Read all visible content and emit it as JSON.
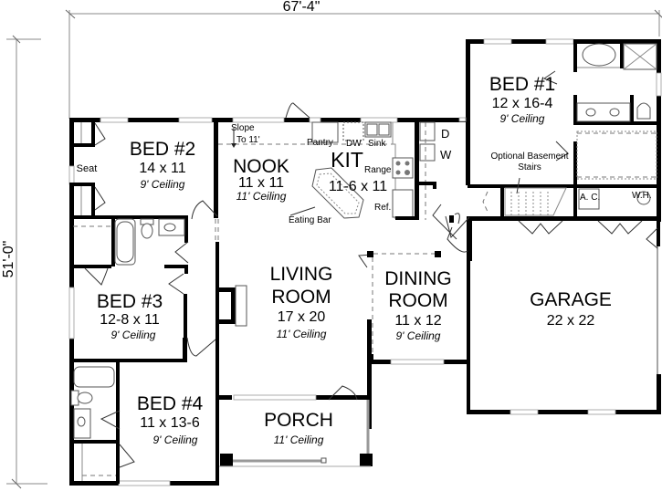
{
  "dimensions": {
    "width": "67'-4\"",
    "depth": "51'-0\""
  },
  "rooms": {
    "bed2": {
      "name": "BED #2",
      "size": "14 x 11",
      "ceiling": "9' Ceiling"
    },
    "nook": {
      "name": "NOOK",
      "size": "11 x 11",
      "ceiling": "11' Ceiling"
    },
    "kit": {
      "name": "KIT",
      "size": "11-6 x 11"
    },
    "bed1": {
      "name": "BED #1",
      "size": "12 x 16-4",
      "ceiling": "9' Ceiling"
    },
    "bed3": {
      "name": "BED #3",
      "size": "12-8 x 11",
      "ceiling": "9' Ceiling"
    },
    "living": {
      "name_line1": "LIVING",
      "name_line2": "ROOM",
      "size": "17 x 20",
      "ceiling": "11' Ceiling"
    },
    "dining": {
      "name_line1": "DINING",
      "name_line2": "ROOM",
      "size": "11 x 12",
      "ceiling": "9' Ceiling"
    },
    "garage": {
      "name": "GARAGE",
      "size": "22 x 22"
    },
    "bed4": {
      "name": "BED #4",
      "size": "11 x 13-6",
      "ceiling": "9' Ceiling"
    },
    "porch": {
      "name": "PORCH",
      "ceiling": "11' Ceiling"
    }
  },
  "annotations": {
    "seat": "Seat",
    "slope_line1": "Slope",
    "slope_line2": "To 11'",
    "pantry": "Pantry",
    "dw": "DW",
    "sink": "Sink",
    "range": "Range",
    "ref": "Ref.",
    "eating_bar": "Eating Bar",
    "dryer": "D",
    "washer": "W",
    "basement_line1": "Optional Basement",
    "basement_line2": "Stairs",
    "ac": "A. C.",
    "wh": "W.H."
  }
}
